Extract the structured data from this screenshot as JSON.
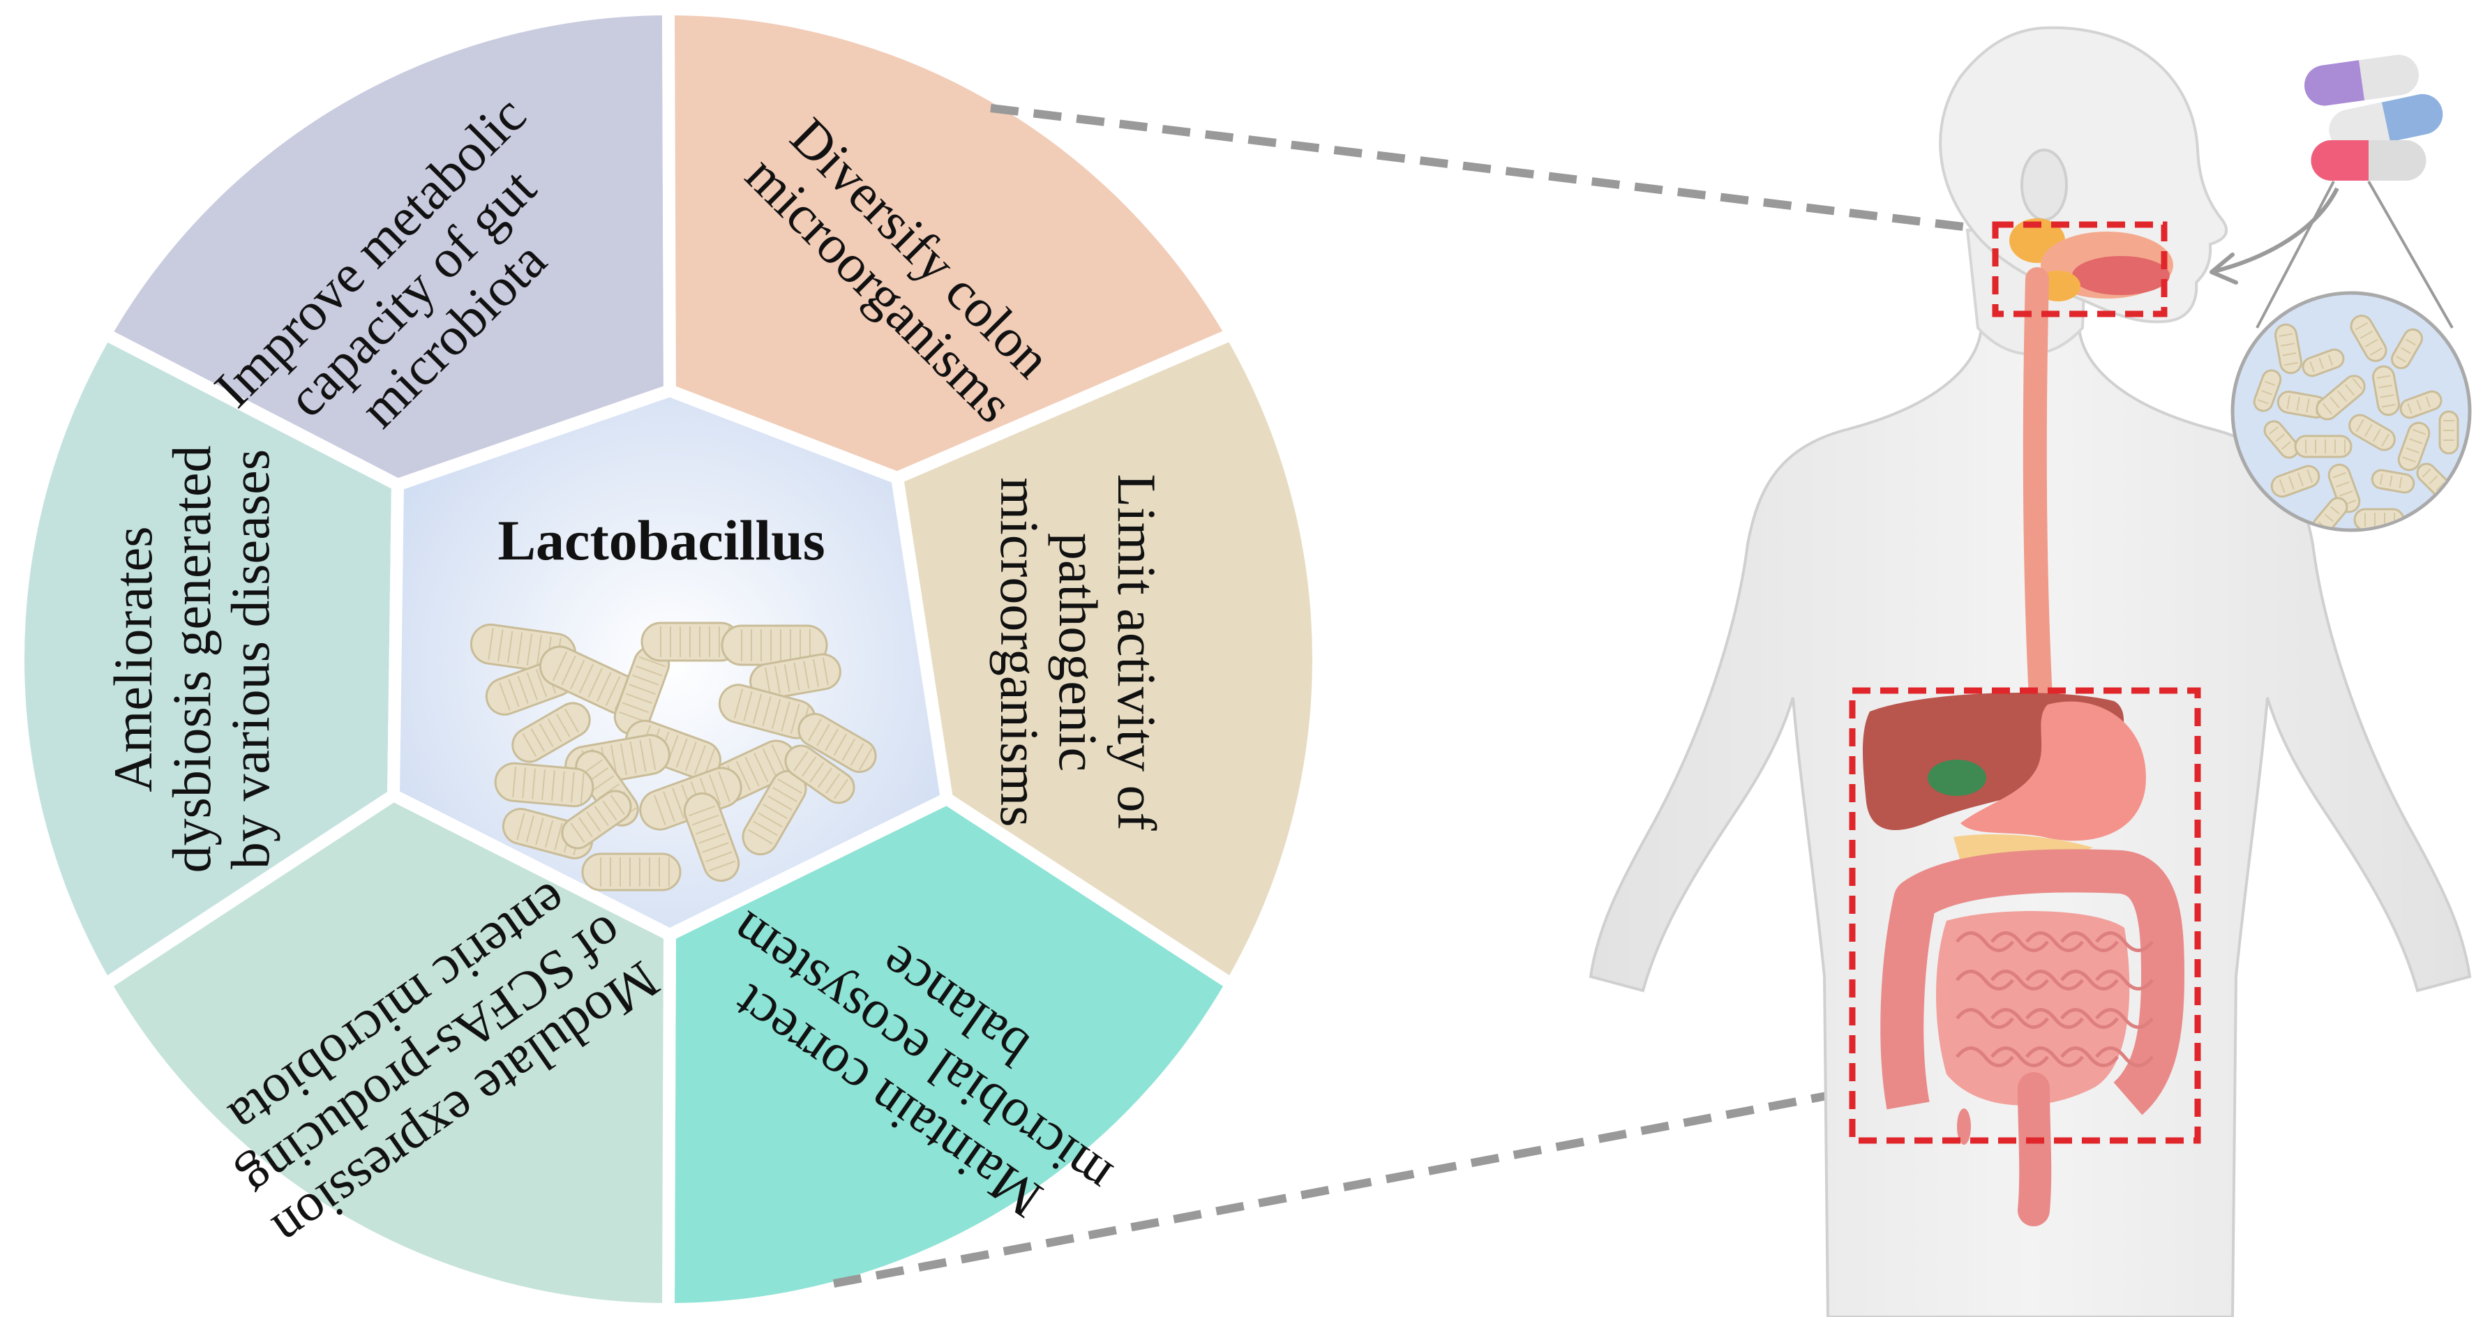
{
  "center": {
    "title": "Lactobacillus"
  },
  "segments": [
    {
      "id": "improve",
      "lines": [
        "Improve metabolic",
        "capacity of gut",
        "microbiota"
      ],
      "color": "#c9cbdf"
    },
    {
      "id": "diversify",
      "lines": [
        "Diversify colon",
        "microorganisms"
      ],
      "color": "#f1ccb7"
    },
    {
      "id": "limit",
      "lines": [
        "Limit activity of",
        "pathogenic",
        "microorganisms"
      ],
      "color": "#e7dcc2"
    },
    {
      "id": "maintain",
      "lines": [
        "Maintain correct",
        "microbial ecosystem",
        "balance"
      ],
      "color": "#8de3d5"
    },
    {
      "id": "modulate",
      "lines": [
        "Modulate expression",
        "of SCFAs-producing",
        "enteric microbiota"
      ],
      "color": "#c5e3d8"
    },
    {
      "id": "ameliorate",
      "lines": [
        "Ameliorates",
        "dysbiosis generated",
        "by various diseases"
      ],
      "color": "#c3e2de"
    }
  ],
  "colors": {
    "highlight_box": "#e0262a",
    "connector": "#999999",
    "body_fill": "#ececec",
    "bacteria": "#e9dfc6"
  },
  "icons": [
    "lactobacillus-cluster",
    "human-body",
    "capsules",
    "bacteria-magnifier",
    "digestive-tract"
  ]
}
